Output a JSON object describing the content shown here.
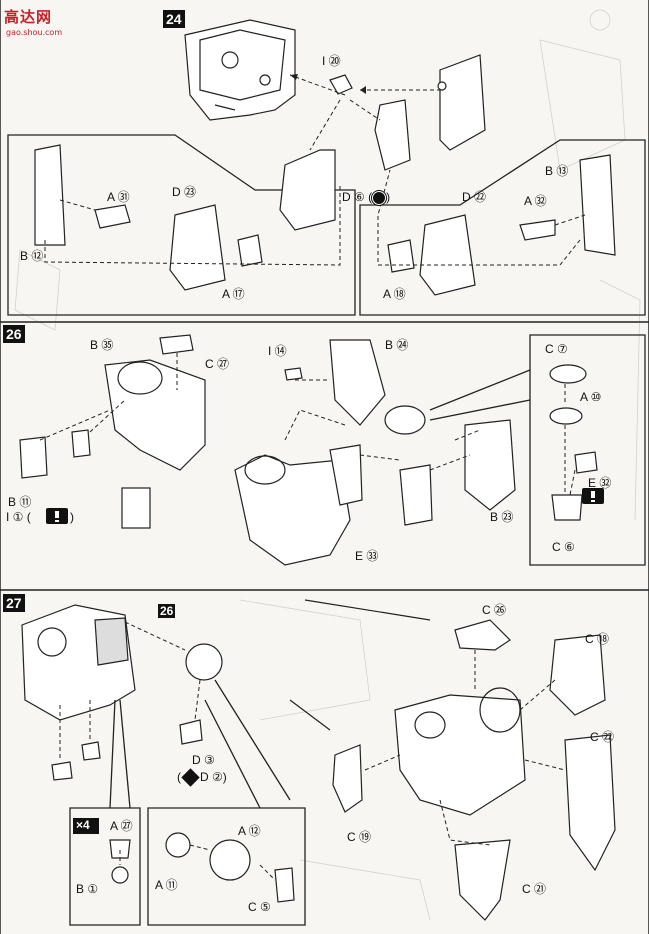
{
  "watermark": {
    "logo": "高达网",
    "url": "gao.shou.com"
  },
  "steps": [
    {
      "number": "24"
    },
    {
      "number": "26"
    },
    {
      "number": "27"
    }
  ],
  "step24": {
    "labels": {
      "i20": "I ⑳",
      "a31": "A ㉛",
      "b12": "B ⑫",
      "d23": "D ㉓",
      "a17": "A ⑰",
      "d6": "D ⑥ (",
      "d6_close": ")",
      "b13": "B ⑬",
      "a32": "A ㉜",
      "d22": "D ㉒",
      "a18": "A ⑱"
    }
  },
  "step26": {
    "labels": {
      "b35": "B ㉟",
      "c27": "C ㉗",
      "b11": "B ⑪",
      "i1": "I ① (",
      "i1_close": ")",
      "i14": "I ⑭",
      "b24": "B ㉔",
      "b23": "B ㉓",
      "e33": "E ㉝",
      "c7": "C ⑦",
      "a10": "A ⑩",
      "e32": "E ㉜",
      "c6": "C ⑥"
    }
  },
  "step27": {
    "labels": {
      "ref26": "26",
      "d3": "D ③",
      "d2": "D ②)",
      "d2_open": "(",
      "x4": "×4",
      "a27": "A ㉗",
      "b1": "B ①",
      "a12": "A ⑫",
      "a11": "A ⑪",
      "c5": "C ⑤",
      "c26": "C ㉖",
      "c18": "C ⑱",
      "c22": "C ㉒",
      "c19": "C ⑲",
      "c21": "C ㉑"
    }
  },
  "colors": {
    "ink": "#1a1a1a",
    "paper": "#f7f6f3",
    "watermark": "#c8202a"
  }
}
